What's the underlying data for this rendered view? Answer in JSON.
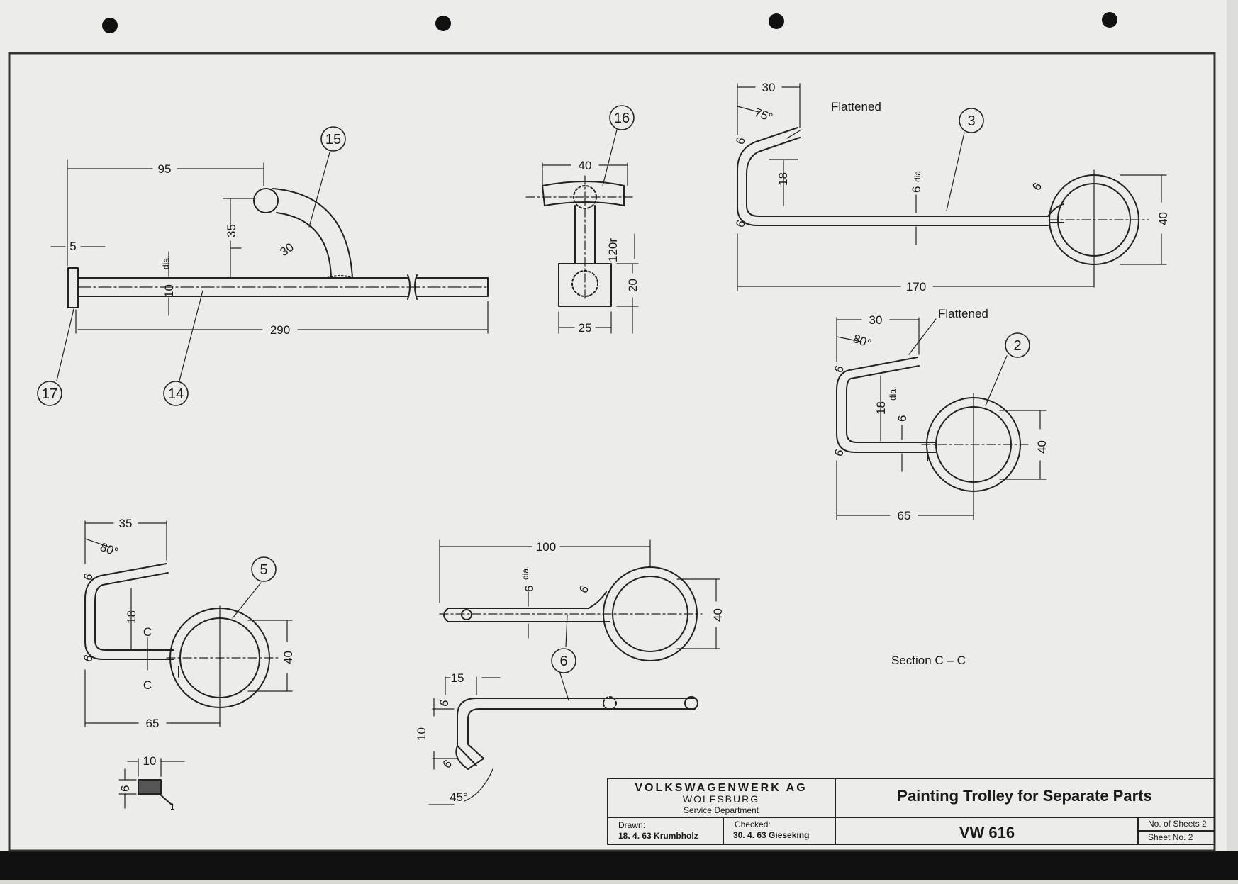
{
  "balloons": [
    "15",
    "16",
    "3",
    "2",
    "5",
    "6",
    "17",
    "14"
  ],
  "part14": {
    "dim_95": "95",
    "dim_5": "5",
    "dim_35": "35",
    "dim_30": "30",
    "dim_dia": "10",
    "dia_suffix": "dia.",
    "dim_290": "290"
  },
  "part16": {
    "dim_40": "40",
    "dim_120r": "120r",
    "dim_20": "20",
    "dim_25": "25"
  },
  "part3": {
    "dim_30": "30",
    "angle": "75°",
    "flattened": "Flattened",
    "r6a": "6",
    "r6b": "6",
    "r6c": "6",
    "dim_18": "18",
    "dia": "6",
    "dia_suffix": "dia",
    "dim_40": "40",
    "dim_170": "170"
  },
  "part2": {
    "dim_30": "30",
    "angle": "80°",
    "flattened": "Flattened",
    "r6a": "6",
    "r6b": "6",
    "dim_18": "18",
    "dia": "6",
    "dia_suffix": "dia.",
    "dim_40": "40",
    "dim_65": "65"
  },
  "part5": {
    "dim_35": "35",
    "angle": "80°",
    "r6a": "6",
    "r6b": "6",
    "dim_18": "18",
    "c_top": "C",
    "c_bot": "C",
    "dim_40": "40",
    "dim_65": "65"
  },
  "part6": {
    "dim_100": "100",
    "dia": "6",
    "dia_suffix": "dia.",
    "r6": "6",
    "dim_40": "40",
    "dim_15": "15",
    "r6a": "6",
    "r6b": "6",
    "dim_10": "10",
    "angle": "45°"
  },
  "section": {
    "label": "Section C – C",
    "dim_10": "10",
    "dim_6": "6",
    "leader": "1"
  },
  "title_block": {
    "company": "VOLKSWAGENWERK AG",
    "city": "WOLFSBURG",
    "dept": "Service Department",
    "drawn_label": "Drawn:",
    "drawn_value": "18. 4. 63 Krumbholz",
    "checked_label": "Checked:",
    "checked_value": "30. 4. 63 Gieseking",
    "title": "Painting Trolley for Separate Parts",
    "code": "VW 616",
    "sheets_label": "No. of Sheets 2",
    "sheet_no_label": "Sheet No. 2"
  }
}
